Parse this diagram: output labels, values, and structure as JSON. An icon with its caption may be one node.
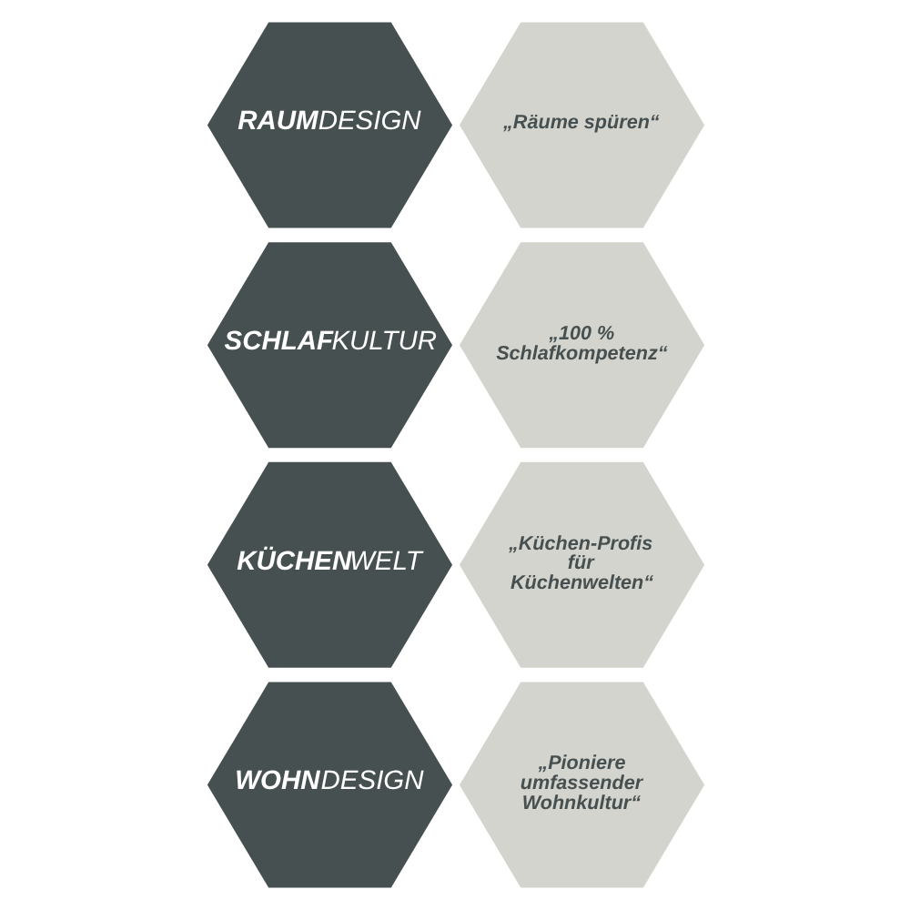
{
  "diagram": {
    "nodes": [
      {
        "text": [
          "„Räume spüren“"
        ]
      },
      {
        "text": [
          "**RAUM**DESIGN"
        ]
      },
      {
        "text": [
          "„100 % Schlafkompetenz“"
        ]
      },
      {
        "text": [
          "**SCHLAF**KULTUR"
        ]
      },
      {
        "text": [
          "„Küchen-Profis für Küchenwelten“"
        ]
      },
      {
        "text": [
          "**KÜCHEN**WELT"
        ]
      },
      {
        "text": [
          "„Pioniere umfassender Wohnkultur“"
        ]
      },
      {
        "text": [
          "**WOHN**DESIGN"
        ]
      }
    ]
  }
}
